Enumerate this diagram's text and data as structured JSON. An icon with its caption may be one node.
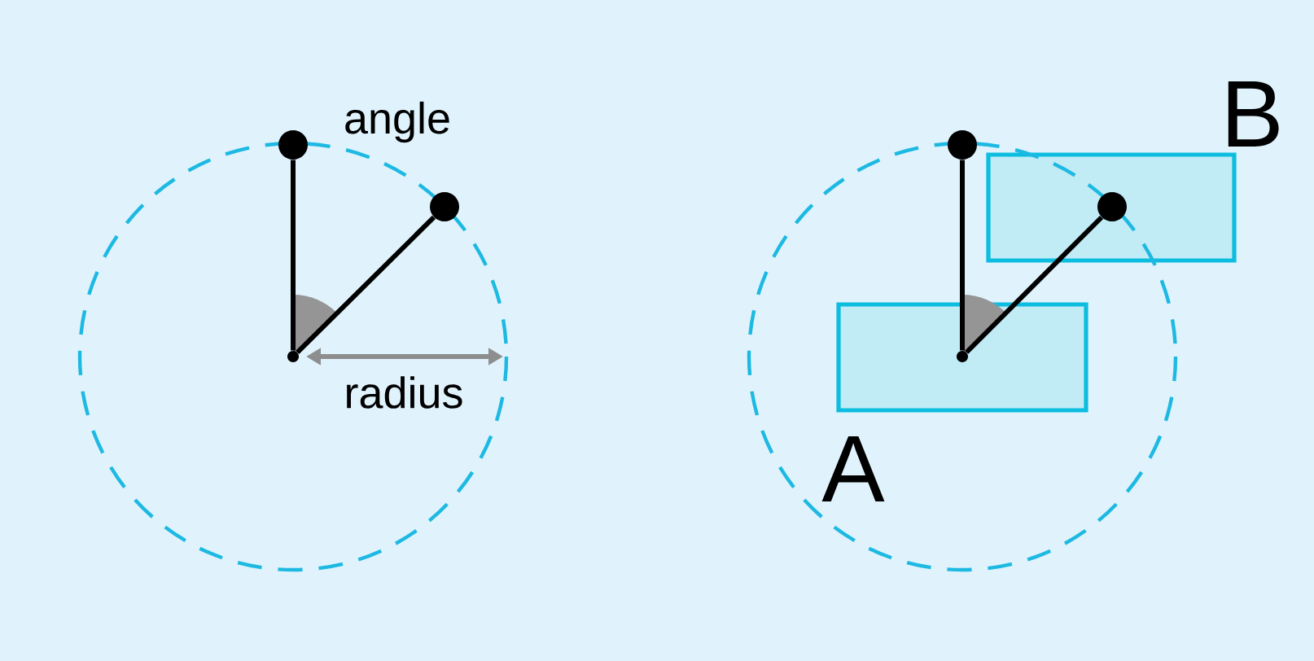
{
  "diagram": {
    "nodes": [
      {
        "text": [],
        "shape": "circle"
      },
      {
        "text": [],
        "shape": "circle"
      },
      {
        "text": [],
        "shape": "circle"
      },
      {
        "text": [
          "A"
        ]
      },
      {
        "text": [
          "B"
        ]
      },
      {
        "text": [],
        "shape": "circle",
        "in": 3
      },
      {
        "text": [],
        "shape": "circle"
      },
      {
        "text": [],
        "shape": "circle",
        "in": 4
      }
    ],
    "edges": [
      {
        "from": 0,
        "to": 1,
        "arrow": "none"
      },
      {
        "from": 0,
        "to": 2,
        "arrow": "none"
      },
      {
        "from": 5,
        "to": 6,
        "arrow": "none"
      },
      {
        "from": 5,
        "to": 7,
        "arrow": "none"
      }
    ],
    "labels": [
      "angle",
      "radius"
    ]
  }
}
